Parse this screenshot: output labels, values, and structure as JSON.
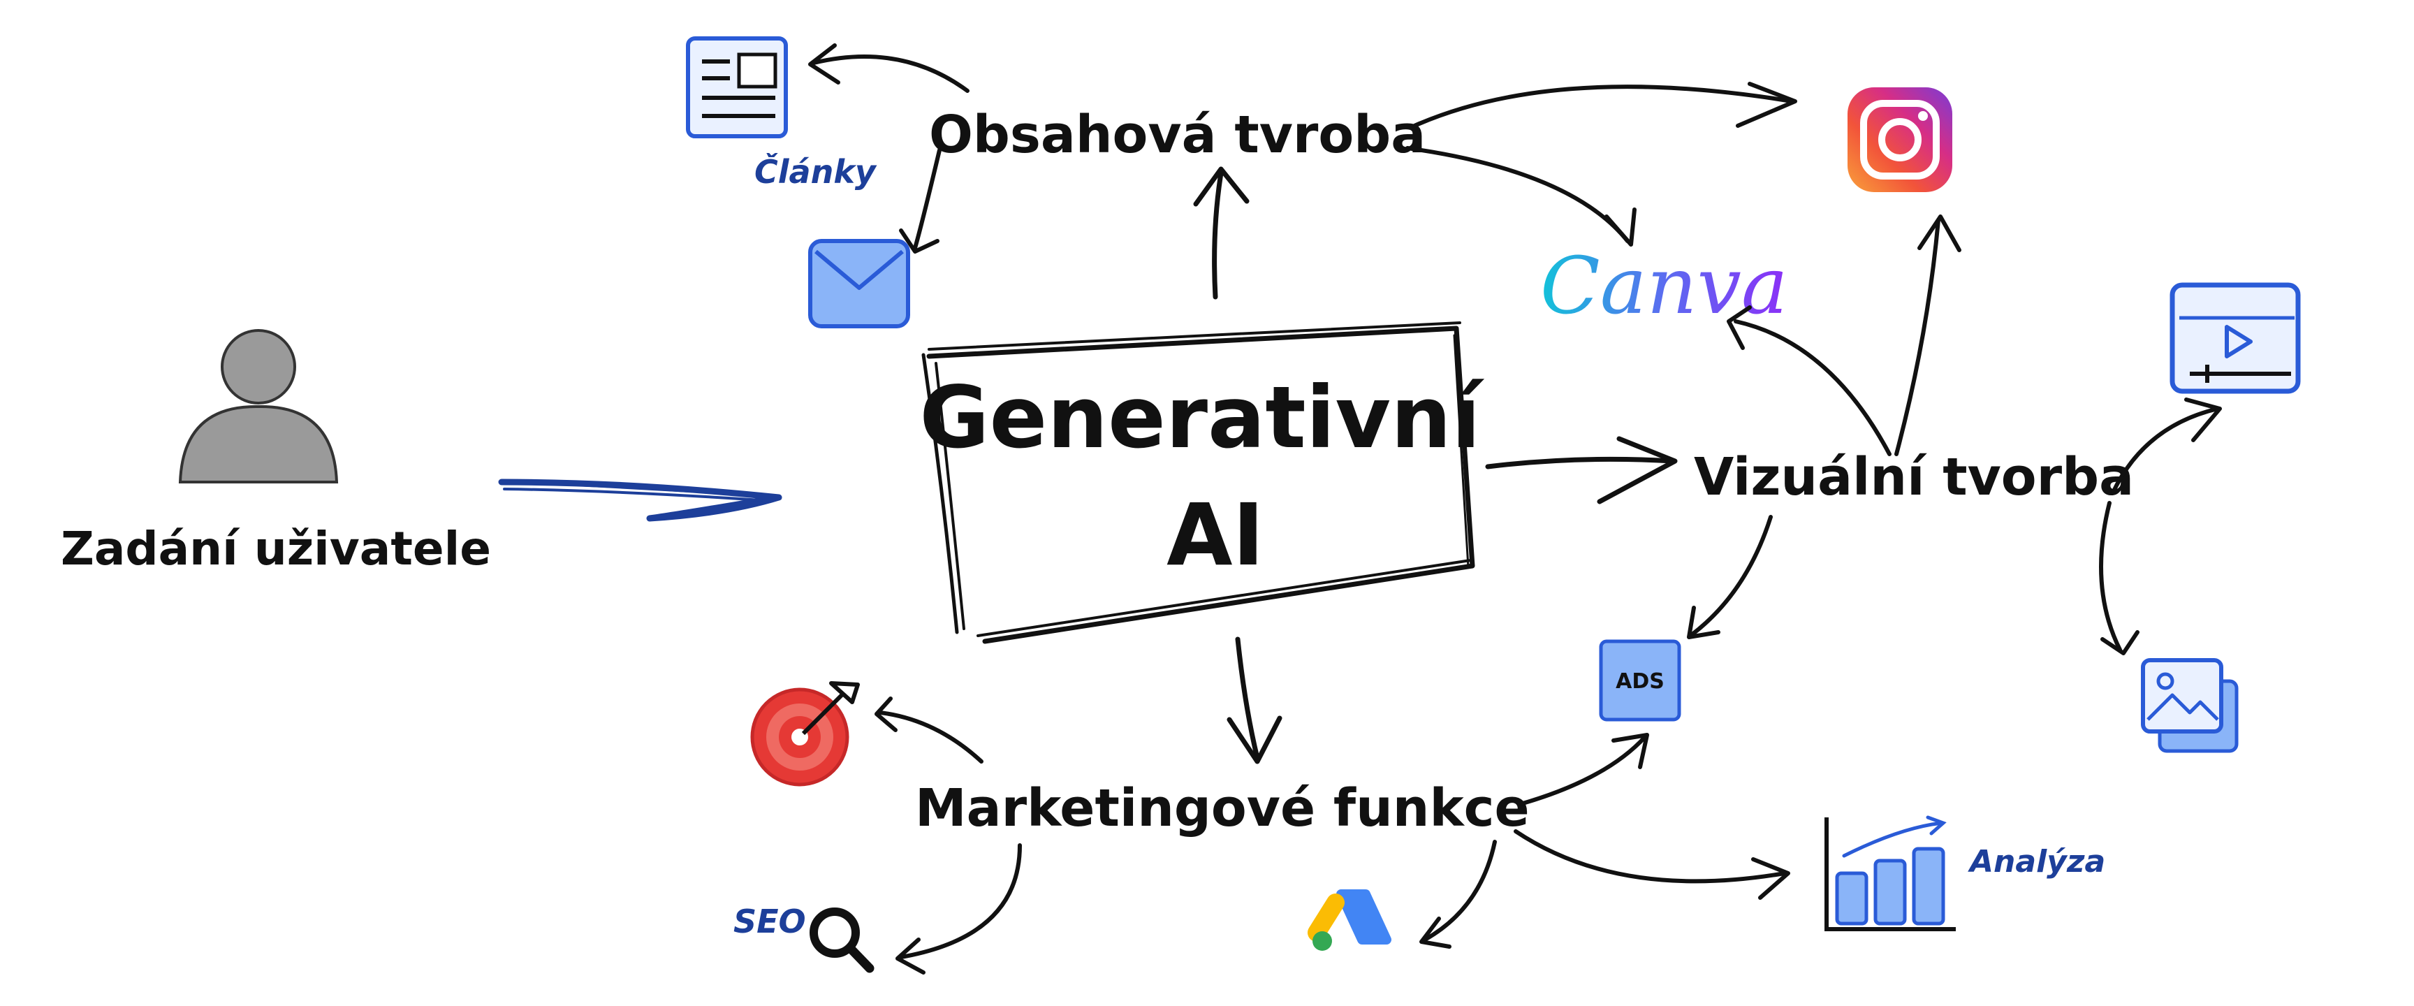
{
  "center": {
    "line1": "Generativní",
    "line2": "AI"
  },
  "user": {
    "label": "Zadání uživatele"
  },
  "branches": {
    "content": "Obsahová tvroba",
    "visual": "Vizuální tvorba",
    "marketing": "Marketingové funkce"
  },
  "leaves": {
    "articles": "Články",
    "canva": "Canva",
    "ads": "ADS",
    "analysis": "Analýza",
    "seo": "SEO"
  },
  "colors": {
    "ink": "#111111",
    "accent_blue": "#1d3f9a",
    "icon_fill_blue": "#8ab4f8",
    "icon_stroke_blue": "#2a5bd7",
    "user_gray": "#9a9a9a",
    "target_red": "#e53935",
    "canva_cyan": "#12c2d9",
    "canva_purple": "#7b2ff7"
  },
  "icons": [
    "user-icon",
    "document-icon",
    "mail-icon",
    "instagram-icon",
    "canva-logo",
    "video-player-icon",
    "image-gallery-icon",
    "ads-icon",
    "bar-chart-icon",
    "google-ads-icon",
    "search-icon",
    "target-icon"
  ]
}
